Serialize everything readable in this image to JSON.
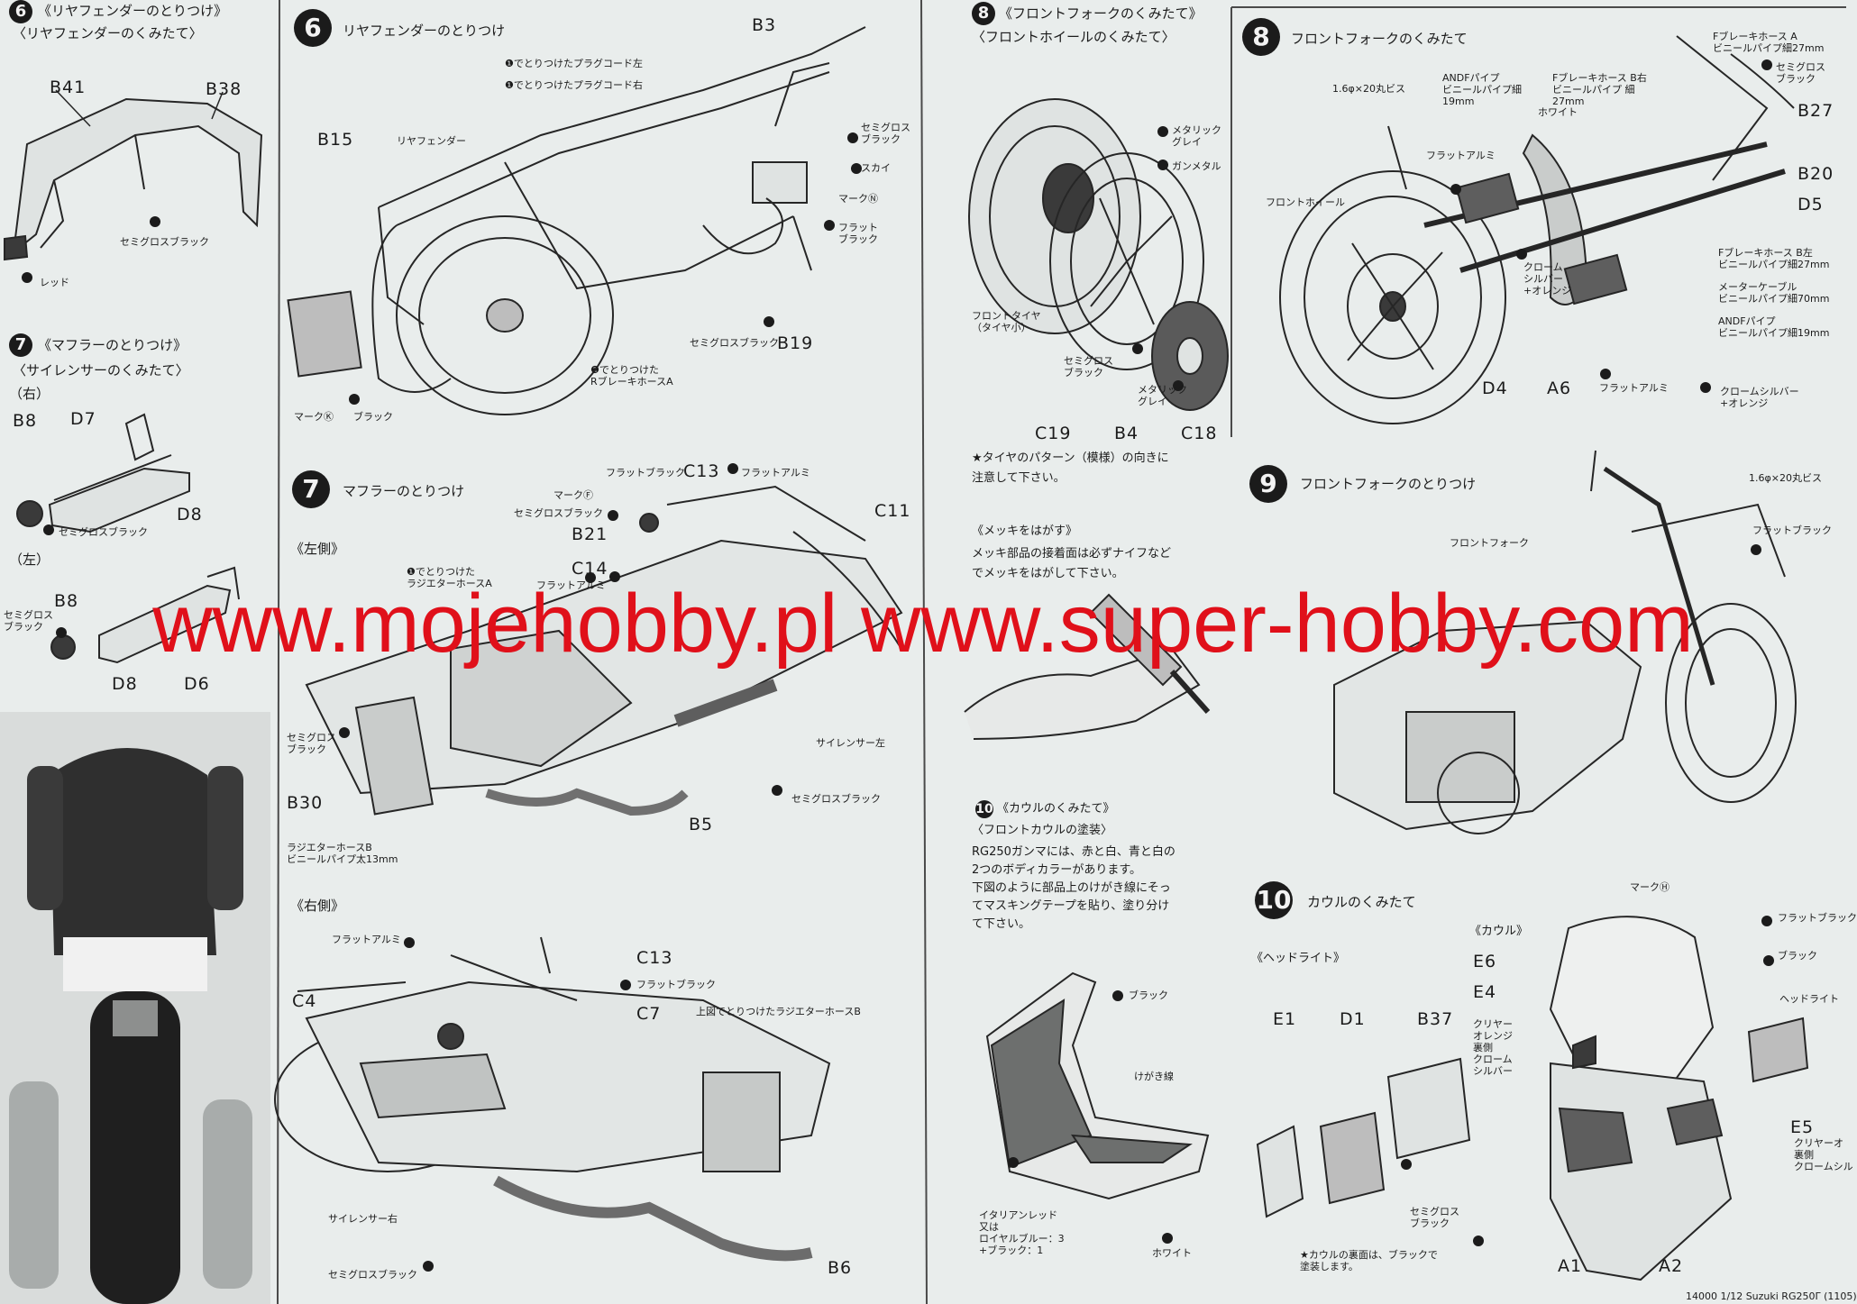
{
  "s6_small": {
    "num": "6",
    "title": "《リヤフェンダーのとりつけ》",
    "subtitle": "〈リヤフェンダーのくみたて〉",
    "part_b41": "B41",
    "part_b38": "B38",
    "paint_semigloss": "セミグロスブラック",
    "paint_red": "レッド"
  },
  "s7_small": {
    "num": "7",
    "title": "《マフラーのとりつけ》",
    "subtitle": "〈サイレンサーのくみたて〉",
    "right": "（右）",
    "left": "（左）",
    "part_b8_r": "B8",
    "part_d7": "D7",
    "part_d8_r": "D8",
    "paint_semigloss_r": "セミグロスブラック",
    "part_b8_l": "B8",
    "paint_semigloss_l": "セミグロス\nブラック",
    "part_d8_l": "D8",
    "part_d6": "D6"
  },
  "s6_main": {
    "num": "6",
    "title": "リヤフェンダーのとりつけ",
    "part_b3": "B3",
    "note1": "❶でとりつけたプラグコード左",
    "note2": "❶でとりつけたプラグコード右",
    "part_b15": "B15",
    "rear_fender": "リヤフェンダー",
    "paint_semigloss": "セミグロス\nブラック",
    "paint_sky": "スカイ",
    "mark_n": "マークⓃ",
    "paint_flat_black": "フラット\nブラック",
    "part_b19": "B19",
    "paint_semigloss2": "セミグロスブラック",
    "note3": "❷でとりつけた\nRブレーキホースA",
    "mark_k": "マークⓀ",
    "paint_black": "ブラック"
  },
  "s7_main": {
    "num": "7",
    "title": "マフラーのとりつけ",
    "left_side": "《左側》",
    "flat_black": "フラットブラック",
    "part_c13": "C13",
    "flat_alumi": "フラットアルミ",
    "mark_f": "マークⒻ",
    "part_c11": "C11",
    "semigloss": "セミグロスブラック",
    "part_b21": "B21",
    "note_radiator": "❶でとりつけた\nラジエターホースA",
    "part_c14": "C14",
    "flat_alumi2": "フラットアルミ",
    "semigloss_black2": "セミグロス\nブラック",
    "silencer_left": "サイレンサー左",
    "part_b30": "B30",
    "semigloss3": "セミグロスブラック",
    "part_b5": "B5",
    "radiator_hose": "ラジエターホースB\nビニールパイプ太13mm",
    "right_side": "《右側》",
    "flat_alumi3": "フラットアルミ",
    "part_c13b": "C13",
    "flat_black2": "フラットブラック",
    "part_c4": "C4",
    "part_c7": "C7",
    "note_above": "上図でとりつけたラジエターホースB",
    "silencer_right": "サイレンサー右",
    "semigloss4": "セミグロスブラック",
    "part_b6": "B6"
  },
  "s8_small": {
    "num": "8",
    "title": "《フロントフォークのくみたて》",
    "subtitle": "〈フロントホイールのくみたて〉",
    "metallic_gray": "メタリック\nグレイ",
    "gunmetal": "ガンメタル",
    "front_tire": "フロントタイヤ\n（タイヤ小）",
    "semigloss": "セミグロス\nブラック",
    "metallic_gray2": "メタリック\nグレイ",
    "part_c19": "C19",
    "part_b4": "B4",
    "part_c18": "C18",
    "tire_note": "★タイヤのパターン（模様）の向きに\n注意して下さい。",
    "plating_title": "《メッキをはがす》",
    "plating_text": "メッキ部品の接着面は必ずナイフなど\nでメッキをはがして下さい。"
  },
  "s10_small": {
    "num": "10",
    "title": "《カウルのくみたて》",
    "subtitle": "〈フロントカウルの塗装〉",
    "text": "RG250ガンマには、赤と白、青と白の\n2つのボディカラーがあります。\n下図のように部品上のけがき線にそっ\nてマスキングテープを貼り、塗り分け\nて下さい。",
    "black": "ブラック",
    "kegaki": "けがき線",
    "paint": "イタリアンレッド\n又は\nロイヤルブルー：3\n+ブラック：1",
    "white": "ホワイト"
  },
  "s8_main": {
    "num": "8",
    "title": "フロントフォークのくみたて",
    "screw": "1.6φ×20丸ビス",
    "andf": "ANDFパイプ\nビニールパイプ細\n19mm",
    "white": "ホワイト",
    "brake_hose_b": "Fブレーキホース B右\nビニールパイプ 細\n27mm",
    "brake_hose_a": "Fブレーキホース A\nビニールパイプ細27mm",
    "semigloss": "セミグロス\nブラック",
    "part_b27": "B27",
    "flat_alumi": "フラットアルミ",
    "front_wheel": "フロントホイール",
    "part_b20": "B20",
    "part_d5": "D5",
    "chrome": "クローム\nシルバー\n+オレンジ",
    "brake_hose_b2": "Fブレーキホース B左\nビニールパイプ細27mm",
    "meter_cable": "メーターケーブル\nビニールパイプ細70mm",
    "andf2": "ANDFパイプ\nビニールパイプ細19mm",
    "part_d4": "D4",
    "part_a6": "A6",
    "flat_alumi2": "フラットアルミ",
    "chrome2": "クロームシルバー\n+オレンジ"
  },
  "s9_main": {
    "num": "9",
    "title": "フロントフォークのとりつけ",
    "screw": "1.6φ×20丸ビス",
    "flat_black": "フラットブラック",
    "front_fork": "フロントフォーク"
  },
  "s10_main": {
    "num": "10",
    "title": "カウルのくみたて",
    "headlight": "《ヘッドライト》",
    "part_e1": "E1",
    "part_d1": "D1",
    "part_b37": "B37",
    "semigloss": "セミグロス\nブラック",
    "note": "★カウルの裏面は、ブラックで\n塗装します。",
    "cowl": "《カウル》",
    "mark_h": "マークⒽ",
    "flat_black": "フラットブラック",
    "black": "ブラック",
    "part_e6": "E6",
    "part_e4": "E4",
    "clear_orange": "クリヤー\nオレンジ\n裏側\nクローム\nシルバー",
    "headlight2": "ヘッドライト",
    "part_e5": "E5",
    "clear_orange2": "クリヤーオ\n裏側\nクロームシル",
    "part_a1": "A1",
    "part_a2": "A2"
  },
  "watermark": "www.mojehobby.pl  www.super-hobby.com",
  "footer": "14000  1/12 Suzuki RG250Γ  (1105)"
}
